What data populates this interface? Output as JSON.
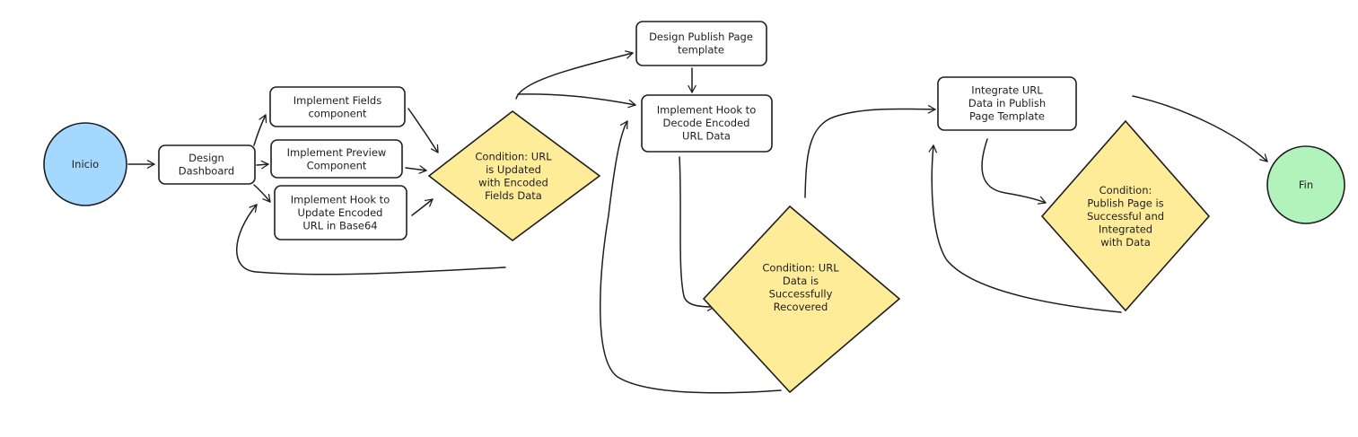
{
  "diagram": {
    "nodes": [
      {
        "id": "inicio",
        "shape": "ellipse",
        "lines": [
          "Inicio"
        ]
      },
      {
        "id": "design-dashboard",
        "shape": "box",
        "lines": [
          "Design",
          "Dashboard"
        ]
      },
      {
        "id": "fields",
        "shape": "box",
        "lines": [
          "Implement Fields",
          "component"
        ]
      },
      {
        "id": "preview",
        "shape": "box",
        "lines": [
          "Implement Preview",
          "Component"
        ]
      },
      {
        "id": "hook-update",
        "shape": "box",
        "lines": [
          "Implement Hook to",
          "Update Encoded",
          "URL in Base64"
        ]
      },
      {
        "id": "cond-url-updated",
        "shape": "diamond",
        "lines": [
          "Condition: URL",
          "is Updated",
          "with Encoded",
          "Fields Data"
        ]
      },
      {
        "id": "publish-template",
        "shape": "box",
        "lines": [
          "Design Publish Page",
          "template"
        ]
      },
      {
        "id": "hook-decode",
        "shape": "box",
        "lines": [
          "Implement Hook to",
          "Decode Encoded",
          "URL Data"
        ]
      },
      {
        "id": "cond-recovered",
        "shape": "diamond",
        "lines": [
          "Condition: URL",
          "Data is",
          "Successfully",
          "Recovered"
        ]
      },
      {
        "id": "integrate",
        "shape": "box",
        "lines": [
          "Integrate URL",
          "Data in Publish",
          "Page Template"
        ]
      },
      {
        "id": "cond-publish",
        "shape": "diamond",
        "lines": [
          "Condition:",
          "Publish Page is",
          "Successful and",
          "Integrated",
          "with Data"
        ]
      },
      {
        "id": "fin",
        "shape": "ellipse",
        "lines": [
          "Fin"
        ]
      }
    ],
    "edges": [
      {
        "from": "inicio",
        "to": "design-dashboard"
      },
      {
        "from": "design-dashboard",
        "to": "fields"
      },
      {
        "from": "design-dashboard",
        "to": "preview"
      },
      {
        "from": "design-dashboard",
        "to": "hook-update"
      },
      {
        "from": "fields",
        "to": "cond-url-updated"
      },
      {
        "from": "preview",
        "to": "cond-url-updated"
      },
      {
        "from": "hook-update",
        "to": "cond-url-updated"
      },
      {
        "from": "cond-url-updated",
        "to": "hook-update"
      },
      {
        "from": "cond-url-updated",
        "to": "publish-template"
      },
      {
        "from": "cond-url-updated",
        "to": "hook-decode"
      },
      {
        "from": "publish-template",
        "to": "hook-decode"
      },
      {
        "from": "hook-decode",
        "to": "cond-recovered"
      },
      {
        "from": "cond-recovered",
        "to": "hook-decode"
      },
      {
        "from": "cond-recovered",
        "to": "integrate"
      },
      {
        "from": "integrate",
        "to": "cond-publish"
      },
      {
        "from": "cond-publish",
        "to": "integrate"
      },
      {
        "from": "integrate",
        "to": "fin"
      }
    ]
  },
  "colors": {
    "start_fill": "#a5d8ff",
    "end_fill": "#b2f2bb",
    "condition_fill": "#ffec99",
    "box_fill": "#ffffff",
    "stroke": "#1e1e1e"
  }
}
